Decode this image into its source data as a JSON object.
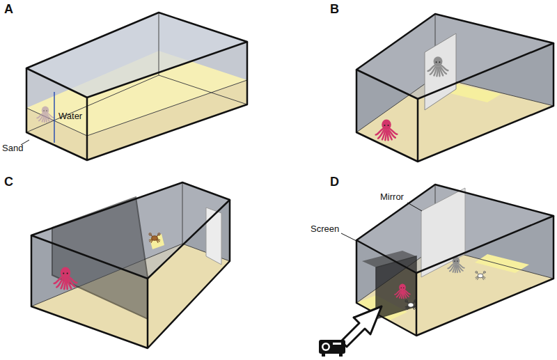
{
  "diagram": {
    "labels": [
      "A",
      "Water",
      "Sand",
      "B",
      "C",
      "D",
      "Mirror",
      "Screen"
    ]
  }
}
